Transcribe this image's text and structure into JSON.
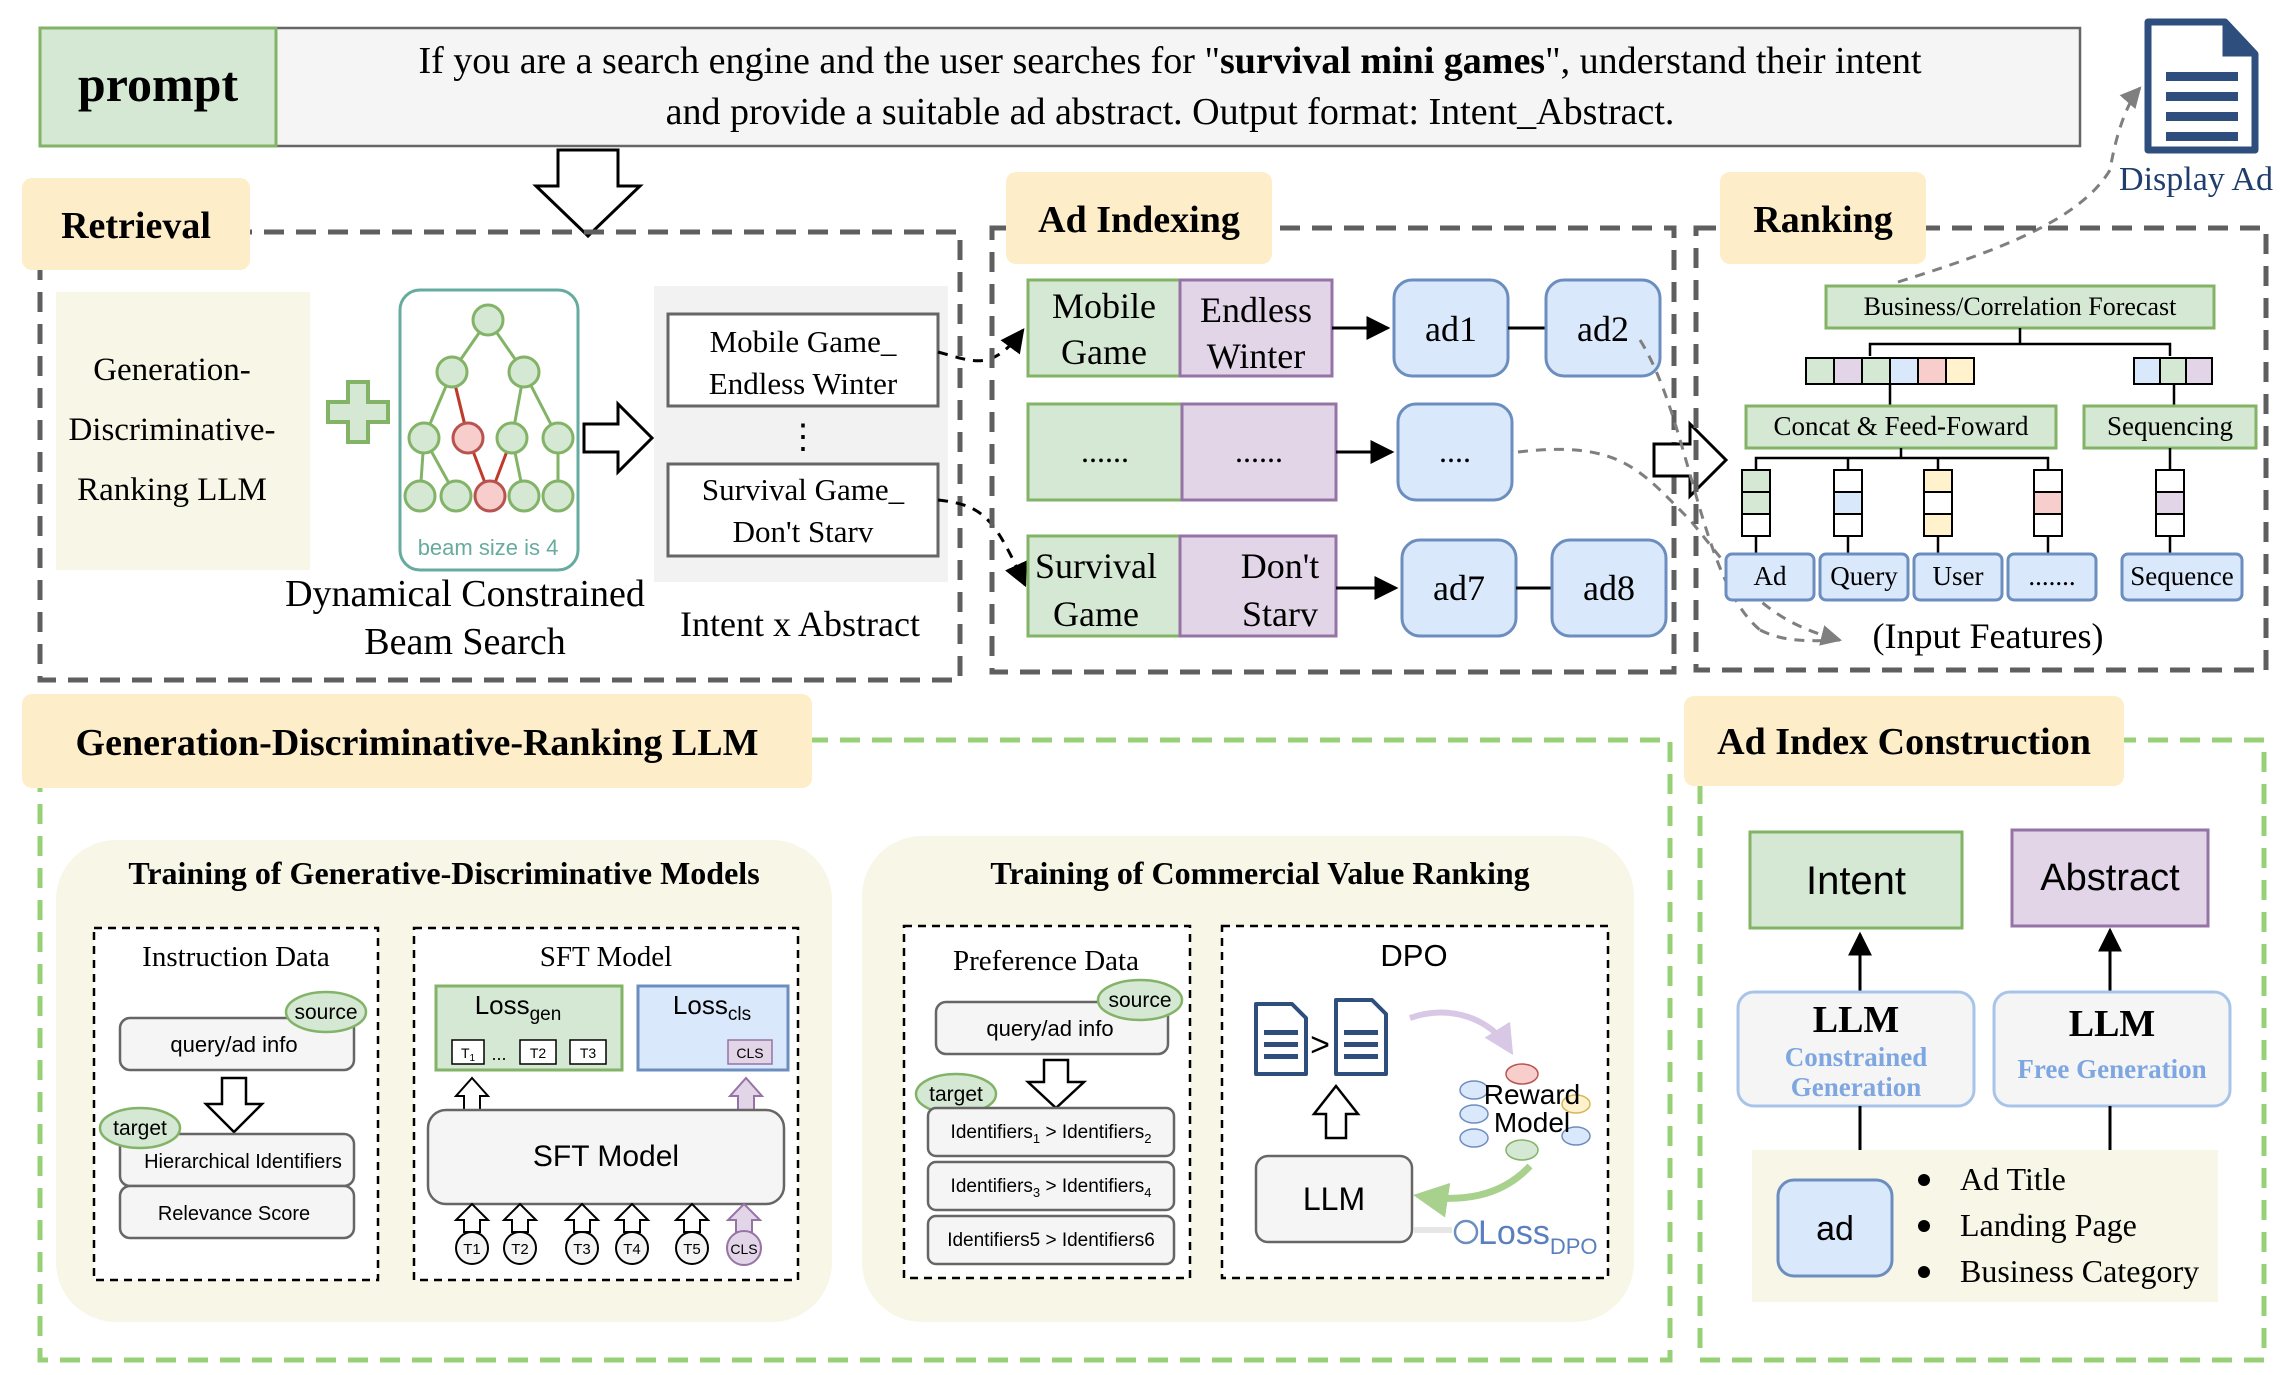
{
  "prompt": {
    "label": "prompt",
    "line1_pre": "If you are a search engine and the user searches for \"",
    "line1_bold": "survival mini games",
    "line1_post": "\", understand their intent",
    "line2": "and provide a suitable ad abstract. Output format: Intent_Abstract."
  },
  "display_ad": {
    "label": "Display Ad"
  },
  "retrieval": {
    "title": "Retrieval",
    "llm_lines": [
      "Generation-",
      "Discriminative-",
      "Ranking LLM"
    ],
    "beam_note": "beam size is 4",
    "beam_caption_lines": [
      "Dynamical Constrained",
      "Beam Search"
    ],
    "intent_items": [
      {
        "line1": "Mobile Game_",
        "line2": "Endless Winter"
      },
      {
        "line1": "Survival Game_",
        "line2": "Don't Starv"
      }
    ],
    "intent_dots": "⋮",
    "intent_caption": "Intent x Abstract"
  },
  "ad_indexing": {
    "title": "Ad Indexing",
    "rows": [
      {
        "intent": [
          "Mobile",
          "Game"
        ],
        "abstract": [
          "Endless",
          "Winter"
        ],
        "ads": [
          "ad1",
          "ad2"
        ]
      },
      {
        "intent": [
          "......"
        ],
        "abstract": [
          "......"
        ],
        "ads": [
          "...."
        ]
      },
      {
        "intent": [
          "Survival",
          "Game"
        ],
        "abstract": [
          "Don't",
          "Starv"
        ],
        "ads": [
          "ad7",
          "ad8"
        ]
      }
    ]
  },
  "ranking": {
    "title": "Ranking",
    "forecast": "Business/Correlation Forecast",
    "concat": "Concat & Feed-Foward",
    "sequencing": "Sequencing",
    "features": [
      "Ad",
      "Query",
      "User",
      "......."
    ],
    "sequence": "Sequence",
    "input_features": "(Input Features)"
  },
  "gdr_llm": {
    "title": "Generation-Discriminative-Ranking LLM",
    "gen_disc": {
      "title": "Training of Generative-Discriminative Models",
      "instruction": {
        "title": "Instruction Data",
        "source": "source",
        "query": "query/ad info",
        "target": "target",
        "hier": "Hierarchical Identifiers",
        "relevance": "Relevance Score"
      },
      "sft": {
        "title": "SFT Model",
        "loss_gen": "Loss",
        "loss_gen_sub": "gen",
        "loss_cls": "Loss",
        "loss_cls_sub": "cls",
        "gen_tokens": [
          "T",
          "...",
          "T2",
          "T3"
        ],
        "gen_token_first_sub": "1",
        "cls_token": "CLS",
        "model": "SFT Model",
        "inputs": [
          "T1",
          "T2",
          "T3",
          "T4",
          "T5",
          "CLS"
        ]
      }
    },
    "commercial": {
      "title": "Training of Commercial Value Ranking",
      "preference": {
        "title": "Preference Data",
        "source": "source",
        "query": "query/ad info",
        "target": "target",
        "pairs": [
          {
            "a": "Identifiers",
            "a_sub": "1",
            "b": "Identifiers",
            "b_sub": "2"
          },
          {
            "a": "Identifiers",
            "a_sub": "3",
            "b": "Identifiers",
            "b_sub": "4"
          },
          {
            "a": "Identifiers5",
            "a_sub": "",
            "b": "Identifiers6",
            "b_sub": ""
          }
        ],
        "gt": ">"
      },
      "dpo": {
        "title": "DPO",
        "gt": ">",
        "reward": [
          "Reward",
          "Model"
        ],
        "llm": "LLM",
        "loss": "Loss",
        "loss_sub": "DPO"
      }
    }
  },
  "ad_index_construction": {
    "title": "Ad Index Construction",
    "intent": "Intent",
    "abstract": "Abstract",
    "llm_left": {
      "title": "LLM",
      "sub": [
        "Constrained",
        "Generation"
      ]
    },
    "llm_right": {
      "title": "LLM",
      "sub": [
        "Free Generation"
      ]
    },
    "ad": "ad",
    "bullets": [
      "Ad Title",
      "Landing Page",
      "Business Category"
    ]
  },
  "colors": {
    "green_fill": "#d5e8d4",
    "green_stroke": "#82b366",
    "purple_fill": "#e1d5e7",
    "purple_stroke": "#9673a6",
    "blue_fill": "#dae8fc",
    "blue_stroke": "#6c8ebf",
    "yellow_fill": "#fff2cc",
    "yellow_stroke": "#d6b656",
    "red_fill": "#f8cecc",
    "red_stroke": "#b85450",
    "label_bg": "#fdeec9",
    "cream": "#f8f6e6",
    "beam_stroke": "#67ab9f",
    "dashed_gray": "#5f5f5f",
    "dashed_green": "#97d077",
    "navy": "#1f3e6e"
  }
}
